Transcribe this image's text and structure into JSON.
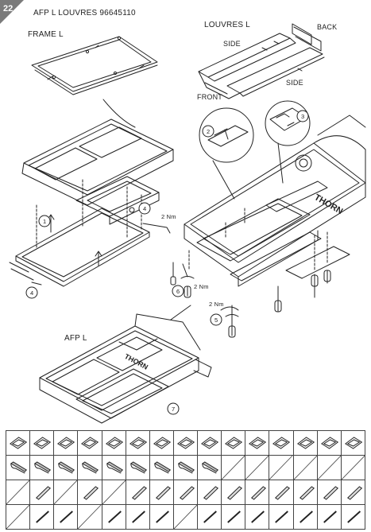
{
  "page": {
    "number": "22"
  },
  "header": {
    "title": "AFP L LOUVRES 96645110"
  },
  "labels": {
    "frame": "FRAME L",
    "louvres": "LOUVRES L",
    "back": "BACK",
    "side_top": "SIDE",
    "side_bottom": "SIDE",
    "front": "FRONT",
    "afp": "AFP L",
    "torque_a": "2 Nm",
    "torque_b": "2 Nm",
    "torque_c": "2 Nm",
    "brand": "THORN",
    "brand_small": "THORN"
  },
  "steps": [
    "1",
    "2",
    "3",
    "4",
    "4",
    "5",
    "6",
    "7"
  ],
  "grid": {
    "columns": 15,
    "rows": [
      {
        "item": "frame",
        "filled_columns": 15
      },
      {
        "item": "louvre-curved",
        "filled_columns": 9
      },
      {
        "item": "louvre-side",
        "filled_columns": 15,
        "pattern": "alternating"
      },
      {
        "item": "rod",
        "filled_columns": 15,
        "pattern": "from-column-2"
      }
    ]
  },
  "colors": {
    "ink": "#222222",
    "page_badge": "#7a7a7a",
    "background": "#ffffff"
  }
}
